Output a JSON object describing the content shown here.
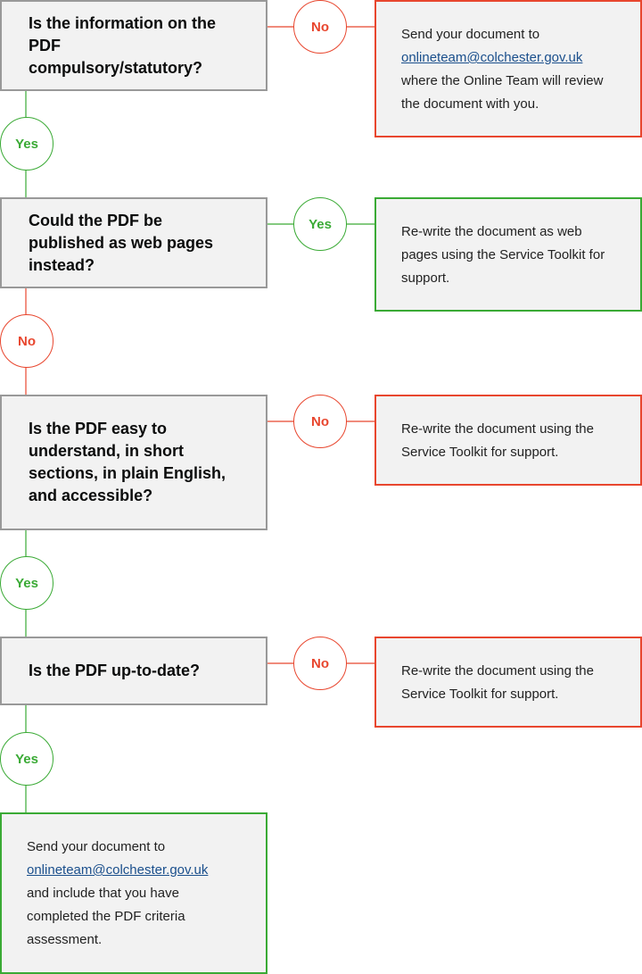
{
  "questions": [
    "Is the information on the PDF compulsory/statutory?",
    "Could the PDF be published as web pages instead?",
    "Is the PDF easy to understand, in short sections, in plain English, and accessible?",
    "Is the PDF up-to-date?"
  ],
  "answers": {
    "q1_side": "No",
    "q1_down": "Yes",
    "q2_side": "Yes",
    "q2_down": "No",
    "q3_side": "No",
    "q3_down": "Yes",
    "q4_side": "No",
    "q4_down": "Yes"
  },
  "outcomes": {
    "o1": {
      "pre": "Send your document to",
      "email": "onlineteam@colchester.gov.uk",
      "post": "where the Online Team will review the document with you."
    },
    "o2": "Re-write the document as web pages using the Service Toolkit for support.",
    "o3": "Re-write the document using the Service Toolkit for support.",
    "o4": "Re-write the document using the Service Toolkit for support.",
    "final": {
      "pre": "Send your document to",
      "email": "onlineteam@colchester.gov.uk",
      "post": "and include that you have completed the PDF criteria assessment."
    }
  },
  "colors": {
    "yes": "#3aaa35",
    "no": "#e8462e",
    "neutral_border": "#999999",
    "box_fill": "#f2f2f2",
    "link": "#1a4f8c"
  }
}
